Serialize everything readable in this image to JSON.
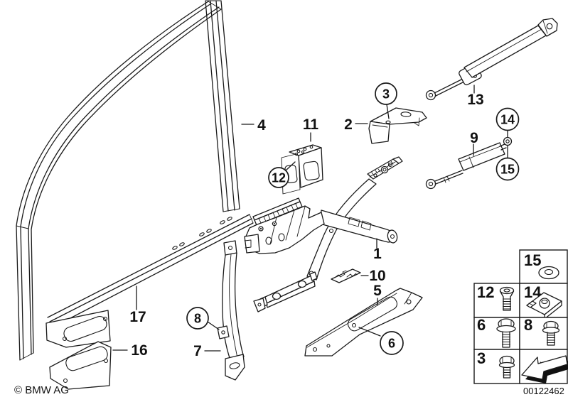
{
  "footer": {
    "copyright": "© BMW AG",
    "image_code": "00122462"
  },
  "callouts": {
    "1": {
      "label": "1",
      "style": "plain"
    },
    "2": {
      "label": "2",
      "style": "plain"
    },
    "3": {
      "label": "3",
      "style": "circled"
    },
    "4": {
      "label": "4",
      "style": "plain"
    },
    "5": {
      "label": "5",
      "style": "plain"
    },
    "6": {
      "label": "6",
      "style": "circled"
    },
    "7": {
      "label": "7",
      "style": "plain"
    },
    "8": {
      "label": "8",
      "style": "circled"
    },
    "9": {
      "label": "9",
      "style": "plain"
    },
    "10": {
      "label": "10",
      "style": "plain"
    },
    "11": {
      "label": "11",
      "style": "plain"
    },
    "12": {
      "label": "12",
      "style": "circled"
    },
    "13": {
      "label": "13",
      "style": "plain"
    },
    "14": {
      "label": "14",
      "style": "circled"
    },
    "15": {
      "label": "15",
      "style": "circled"
    },
    "16": {
      "label": "16",
      "style": "plain"
    },
    "17": {
      "label": "17",
      "style": "plain"
    }
  },
  "legend": {
    "cells": [
      {
        "label": "15",
        "icon": "washer-icon"
      },
      {
        "label": "12",
        "icon": "countersunk-screw-icon"
      },
      {
        "label": "14",
        "icon": "clip-nut-icon"
      },
      {
        "label": "6",
        "icon": "flange-bolt-icon"
      },
      {
        "label": "8",
        "icon": "flange-bolt-icon"
      },
      {
        "label": "3",
        "icon": "hex-bolt-icon"
      },
      {
        "label": "",
        "icon": "prev-diagram-arrow-icon"
      }
    ]
  },
  "colors": {
    "line": "#1a1a1a",
    "background": "#ffffff"
  }
}
